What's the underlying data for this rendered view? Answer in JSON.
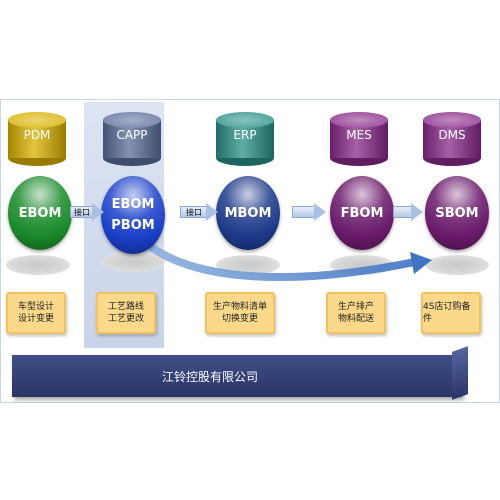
{
  "systems": [
    {
      "label": "PDM",
      "color": "#d9b100"
    },
    {
      "label": "CAPP",
      "color": "#5b6f9b"
    },
    {
      "label": "ERP",
      "color": "#2a9187"
    },
    {
      "label": "MES",
      "color": "#8a2a8a"
    },
    {
      "label": "DMS",
      "color": "#8a2a8a"
    }
  ],
  "nodes": [
    {
      "lines": [
        "EBOM"
      ],
      "color": "#1a8a2a"
    },
    {
      "lines": [
        "EBOM",
        "PBOM"
      ],
      "color": "#1a3fc8"
    },
    {
      "lines": [
        "MBOM"
      ],
      "color": "#1d3a8a"
    },
    {
      "lines": [
        "FBOM"
      ],
      "color": "#6a1a6a"
    },
    {
      "lines": [
        "SBOM"
      ],
      "color": "#6a1a6a"
    }
  ],
  "connectors": [
    {
      "label": "接口"
    },
    {
      "label": "接口"
    },
    {
      "label": ""
    },
    {
      "label": ""
    }
  ],
  "boxes": [
    {
      "lines": [
        "车型设计",
        "设计变更"
      ]
    },
    {
      "lines": [
        "工艺路线",
        "工艺更改"
      ]
    },
    {
      "lines": [
        "生产物料清单",
        "切换变更"
      ]
    },
    {
      "lines": [
        "生产排产",
        "物料配送"
      ]
    },
    {
      "lines": [
        "4S店订购备件"
      ]
    }
  ],
  "company": "江铃控股有限公司"
}
